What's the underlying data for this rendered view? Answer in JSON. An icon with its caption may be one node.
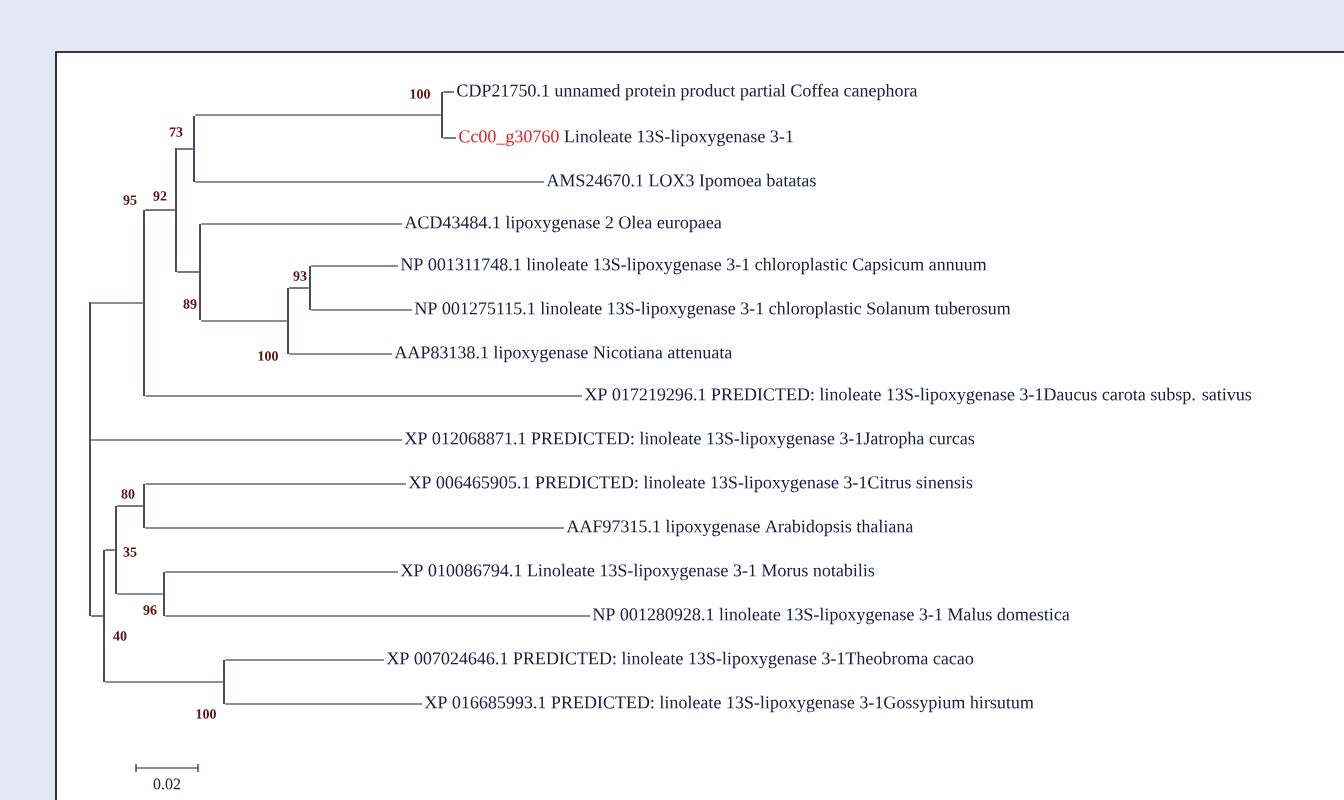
{
  "diagram": {
    "nodes": [
      {
        "text": [
          "CDP21750.1 unnamed protein product partial Coffea canephora"
        ]
      },
      {
        "text": [
          "Cc00_g30760",
          "Linoleate 13S-lipoxygenase 3-1"
        ]
      },
      {
        "text": [
          "AMS24670.1 LOX3 Ipomoea batatas"
        ]
      },
      {
        "text": [
          "ACD43484.1 lipoxygenase 2 Olea europaea"
        ]
      },
      {
        "text": [
          "NP 001311748.1 linoleate 13S-lipoxygenase 3-1 chloroplastic Capsicum annuum"
        ]
      },
      {
        "text": [
          "NP 001275115.1 linoleate 13S-lipoxygenase 3-1 chloroplastic Solanum tuberosum"
        ]
      },
      {
        "text": [
          "AAP83138.1 lipoxygenase Nicotiana attenuata"
        ]
      },
      {
        "text": [
          "XP 017219296.1 PREDICTED: linoleate 13S-lipoxygenase 3-1Daucus carota subsp. sativus"
        ]
      },
      {
        "text": [
          "XP 012068871.1 PREDICTED: linoleate 13S-lipoxygenase 3-1Jatropha curcas"
        ]
      },
      {
        "text": [
          "XP 006465905.1 PREDICTED: linoleate 13S-lipoxygenase 3-1Citrus sinensis"
        ]
      },
      {
        "text": [
          "AAF97315.1 lipoxygenase Arabidopsis thaliana"
        ]
      },
      {
        "text": [
          "XP 010086794.1 Linoleate 13S-lipoxygenase 3-1 Morus notabilis"
        ]
      },
      {
        "text": [
          "NP 001280928.1 linoleate 13S-lipoxygenase 3-1 Malus domestica"
        ]
      },
      {
        "text": [
          "XP 007024646.1 PREDICTED: linoleate 13S-lipoxygenase 3-1Theobroma cacao"
        ]
      },
      {
        "text": [
          "XP 016685993.1 PREDICTED: linoleate 13S-lipoxygenase 3-1Gossypium hirsutum"
        ]
      },
      {
        "text": [],
        "shape": "bar",
        "beside": [
          "100"
        ]
      },
      {
        "text": [],
        "shape": "bar",
        "beside": [
          "73"
        ]
      },
      {
        "text": [],
        "shape": "bar",
        "beside": [
          "93"
        ]
      },
      {
        "text": [],
        "shape": "bar",
        "beside": [
          "100"
        ]
      },
      {
        "text": [],
        "shape": "bar",
        "beside": [
          "89"
        ]
      },
      {
        "text": [],
        "shape": "bar",
        "beside": [
          "92"
        ]
      },
      {
        "text": [],
        "shape": "bar",
        "beside": [
          "95"
        ]
      },
      {
        "text": [],
        "shape": "bar",
        "beside": [
          "80"
        ]
      },
      {
        "text": [],
        "shape": "bar",
        "beside": [
          "96"
        ]
      },
      {
        "text": [],
        "shape": "bar",
        "beside": [
          "35"
        ]
      },
      {
        "text": [],
        "shape": "bar",
        "beside": [
          "100"
        ]
      },
      {
        "text": [],
        "shape": "bar",
        "beside": [
          "40"
        ]
      },
      {
        "text": [],
        "shape": "bar"
      }
    ],
    "edges": [
      {
        "from": 15,
        "to": 0,
        "arrow": "none"
      },
      {
        "from": 15,
        "to": 1,
        "arrow": "none"
      },
      {
        "from": 16,
        "to": 15,
        "arrow": "none"
      },
      {
        "from": 16,
        "to": 2,
        "arrow": "none"
      },
      {
        "from": 17,
        "to": 4,
        "arrow": "none"
      },
      {
        "from": 17,
        "to": 5,
        "arrow": "none"
      },
      {
        "from": 18,
        "to": 17,
        "arrow": "none"
      },
      {
        "from": 18,
        "to": 6,
        "arrow": "none"
      },
      {
        "from": 19,
        "to": 3,
        "arrow": "none"
      },
      {
        "from": 19,
        "to": 18,
        "arrow": "none"
      },
      {
        "from": 20,
        "to": 16,
        "arrow": "none"
      },
      {
        "from": 20,
        "to": 19,
        "arrow": "none"
      },
      {
        "from": 21,
        "to": 20,
        "arrow": "none"
      },
      {
        "from": 21,
        "to": 7,
        "arrow": "none"
      },
      {
        "from": 22,
        "to": 9,
        "arrow": "none"
      },
      {
        "from": 22,
        "to": 10,
        "arrow": "none"
      },
      {
        "from": 23,
        "to": 11,
        "arrow": "none"
      },
      {
        "from": 23,
        "to": 12,
        "arrow": "none"
      },
      {
        "from": 24,
        "to": 22,
        "arrow": "none"
      },
      {
        "from": 24,
        "to": 23,
        "arrow": "none"
      },
      {
        "from": 25,
        "to": 13,
        "arrow": "none"
      },
      {
        "from": 25,
        "to": 14,
        "arrow": "none"
      },
      {
        "from": 26,
        "to": 24,
        "arrow": "none"
      },
      {
        "from": 26,
        "to": 25,
        "arrow": "none"
      },
      {
        "from": 27,
        "to": 21,
        "arrow": "none"
      },
      {
        "from": 27,
        "to": 8,
        "arrow": "none"
      },
      {
        "from": 27,
        "to": 26,
        "arrow": "none"
      }
    ],
    "labels": [
      "0.02"
    ]
  }
}
